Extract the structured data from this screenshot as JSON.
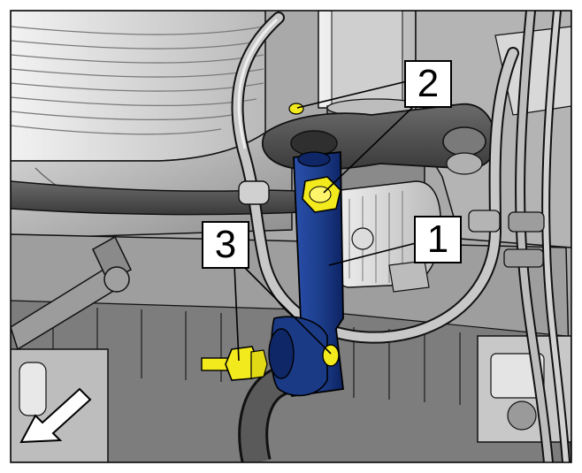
{
  "callouts": [
    {
      "label": "1",
      "part": "blue-bracket"
    },
    {
      "label": "2",
      "part": "upper-bolt"
    },
    {
      "label": "3",
      "part": "lower-bolts"
    }
  ],
  "colors": {
    "bracket": "#1e3f8e",
    "bolt": "#f2ea1c",
    "line": "#111111",
    "background": "#ffffff"
  },
  "direction_arrow": {
    "icon": "front-direction-arrow-icon"
  }
}
